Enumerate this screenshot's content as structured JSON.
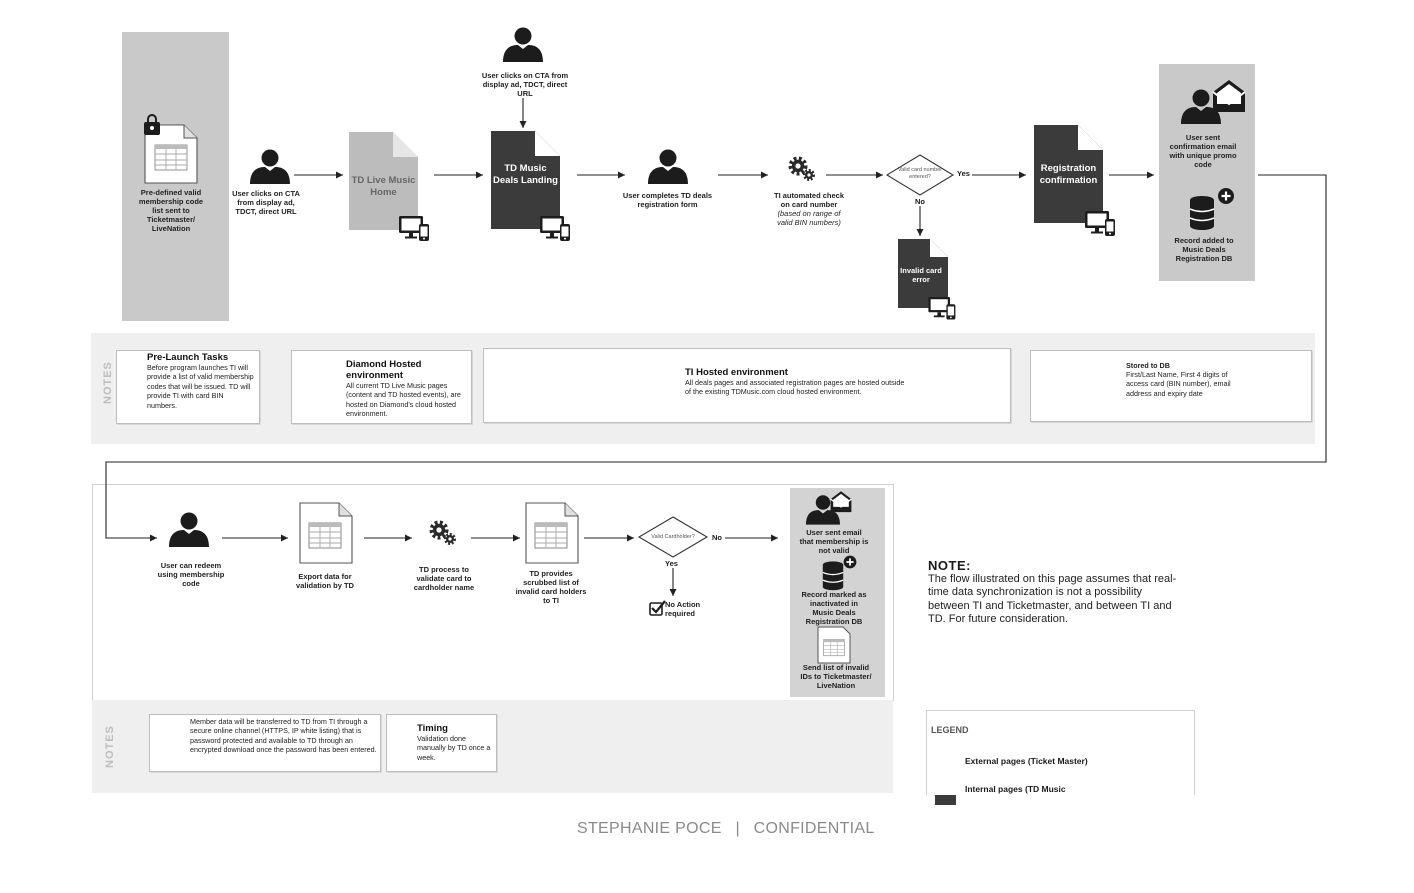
{
  "top_flow": {
    "pre_defined_codes": "Pre-defined valid membership code list sent to Ticketmaster/ LiveNation",
    "user_clicks_cta_left": "User clicks on CTA from display ad, TDCT, direct URL",
    "live_music_home": "TD Live Music Home",
    "user_clicks_cta_top": "User clicks on CTA from display ad, TDCT, direct URL",
    "music_deals_landing": "TD Music Deals Landing",
    "user_completes_form": "User completes TD deals registration form",
    "ti_check_main": "TI automated check on card number",
    "ti_check_sub": "(based on range of valid BIN numbers)",
    "valid_card_question": "Valid card number entered?",
    "yes": "Yes",
    "no": "No",
    "invalid_card_error": "Invalid card error",
    "registration_confirmation": "Registration confirmation",
    "confirmation_email": "User sent confirmation email with unique promo code",
    "record_added": "Record added to Music Deals Registration DB"
  },
  "notes_top": {
    "side_label": "NOTES",
    "prelaunch_title": "Pre-Launch Tasks",
    "prelaunch_body": "Before program launches TI will provide a list of valid membership codes that will be issued. TD will provide TI with card BIN numbers.",
    "diamond_title": "Diamond Hosted environment",
    "diamond_body": "All current TD Live Music pages (content and TD hosted events), are hosted on Diamond's cloud hosted environment.",
    "ti_hosted_title": "TI Hosted environment",
    "ti_hosted_body": "All deals pages and associated registration pages are hosted outside of the existing TDMusic.com cloud hosted environment.",
    "stored_title": "Stored to DB",
    "stored_body": "First/Last Name, First 4 digits of access card (BIN number), email address and expiry date"
  },
  "bottom_flow": {
    "user_redeem": "User can redeem using membership code",
    "export_data": "Export data for validation by TD",
    "td_process": "TD process to validate card to cardholder name",
    "td_provides": "TD provides scrubbed list of invalid card holders to TI",
    "valid_cardholder": "Valid Cardholder?",
    "no": "No",
    "yes": "Yes",
    "no_action": "No Action required",
    "email_not_valid": "User sent email that membership is not valid",
    "record_inactivated": "Record marked as inactivated in Music Deals Registration DB",
    "send_list": "Send list of invalid IDs to Ticketmaster/ LiveNation"
  },
  "notes_bottom": {
    "side_label": "NOTES",
    "transfer_body": "Member data will be transferred to TD from TI  through a secure online channel (HTTPS, IP white listing) that is password protected and available to TD through an encrypted download once the password has been entered.",
    "timing_title": "Timing",
    "timing_body": "Validation done manually by TD once a week."
  },
  "big_note": {
    "heading": "NOTE:",
    "body": "The flow illustrated on this page assumes that real-time data synchronization is not a possibility between TI and Ticketmaster, and between TI and TD. For future consideration."
  },
  "legend": {
    "title": "LEGEND",
    "external": "External pages (Ticket Master)",
    "internal": "Internal pages (TD Music"
  },
  "footer": {
    "author": "STEPHANIE POCE",
    "separator": "|",
    "label": "CONFIDENTIAL"
  },
  "colors": {
    "dark_page": "#3b3b3b",
    "light_page": "#bcbcbc",
    "grey_block": "#c9c9c9",
    "notes_band": "#efefef",
    "line": "#333333"
  }
}
